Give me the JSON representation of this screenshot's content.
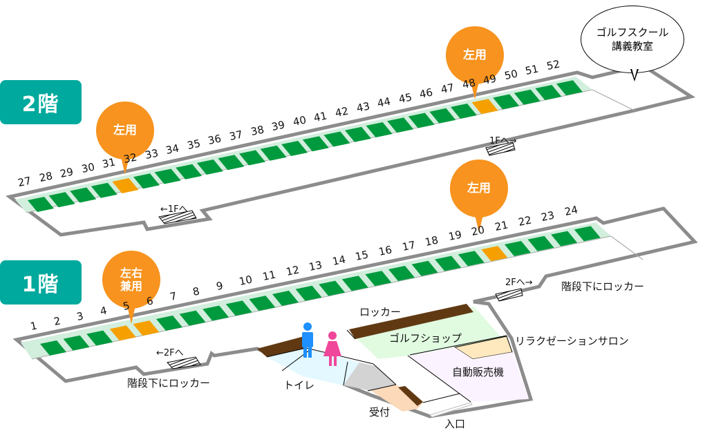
{
  "floors": {
    "f2": {
      "badge": "2階",
      "bays": [
        "27",
        "28",
        "29",
        "30",
        "31",
        "32",
        "33",
        "34",
        "35",
        "36",
        "37",
        "38",
        "39",
        "40",
        "41",
        "42",
        "43",
        "44",
        "45",
        "46",
        "47",
        "48",
        "49",
        "50",
        "51",
        "52"
      ],
      "pins": [
        {
          "label": "左用",
          "bay": "31"
        },
        {
          "label": "左用",
          "bay": "48"
        }
      ],
      "stairs_left": "←1Fへ",
      "stairs_right": "1Fへ→",
      "bubble": "ゴルフスクール\n講義教室"
    },
    "f1": {
      "badge": "1階",
      "bays": [
        "1",
        "2",
        "3",
        "4",
        "5",
        "6",
        "7",
        "8",
        "9",
        "10",
        "11",
        "12",
        "13",
        "14",
        "15",
        "16",
        "17",
        "18",
        "19",
        "20",
        "21",
        "22",
        "23",
        "24"
      ],
      "pins": [
        {
          "label": "左右\n兼用",
          "bay": "4-5"
        },
        {
          "label": "左用",
          "bay": "20"
        }
      ],
      "stairs_left": "←2Fへ",
      "stairs_right": "2Fへ→",
      "locker_under_stairs_left": "階段下にロッカー",
      "locker_under_stairs_right": "階段下にロッカー",
      "rooms": {
        "locker": "ロッカー",
        "golf_shop": "ゴルフショップ",
        "relaxation_salon": "リラクゼーションサロン",
        "vending": "自動販売機",
        "toilet": "トイレ",
        "reception": "受付",
        "entrance": "入口"
      }
    }
  },
  "colors": {
    "badge": "#00a99d",
    "pin": "#f7931e",
    "stripe_green": "#009a3e",
    "stripe_bg": "#d2eedd",
    "highlight_orange": "#f5a000",
    "wall": "#8c8c8c",
    "locker_brown": "#603913",
    "shop_green": "#e1fbe1",
    "salon_yellow": "#fde9bd",
    "vending_lilac": "#fbf3ff",
    "toilet_blue": "#e3f8ff",
    "reception_peach": "#fbd9b9",
    "gray_room": "#d3d3d3",
    "male": "#1e90ff",
    "female": "#f0479a"
  }
}
